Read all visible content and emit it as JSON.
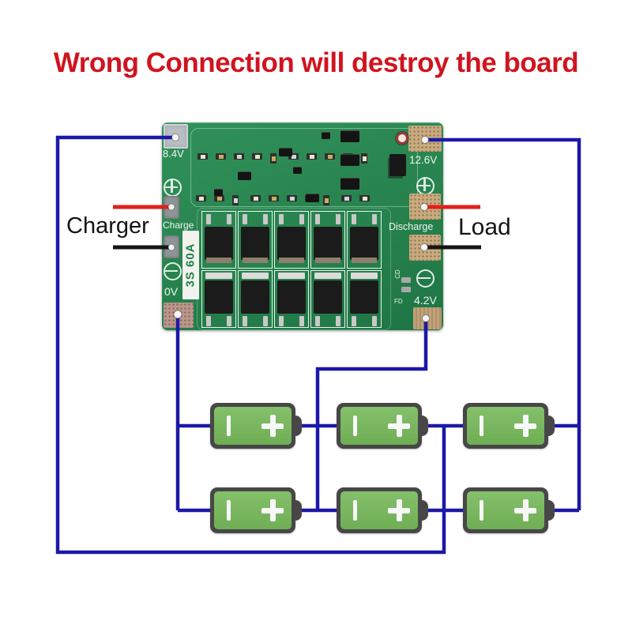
{
  "title": {
    "text": "Wrong Connection will destroy the board"
  },
  "side_labels": {
    "charger": "Charger",
    "load": "Load"
  },
  "board": {
    "pads": {
      "b_minus": "0V",
      "b1": "4.2V",
      "b2": "8.4V",
      "b_plus": "12.6V"
    },
    "ports": {
      "charge": "Charge",
      "discharge": "Discharge"
    },
    "silkscreen": {
      "model": "3S 60A",
      "cd": "CD",
      "fd": "FD"
    }
  },
  "batteries": {
    "count": 6,
    "rows": 2,
    "columns": 3,
    "terminal_minus": "−",
    "terminal_plus": "+"
  },
  "colors": {
    "title_red": "#d0141f",
    "wire_blue": "#1c18a8",
    "wire_red": "#e2201b",
    "wire_black": "#151515",
    "board_green": "#27824d",
    "battery_green": "#79b65f",
    "battery_border": "#474747"
  }
}
